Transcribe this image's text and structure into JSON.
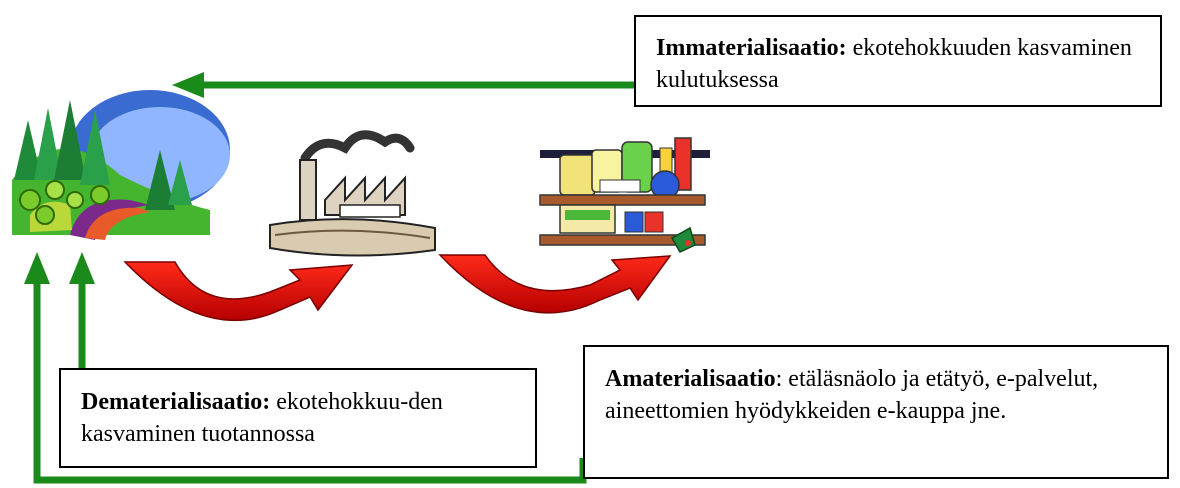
{
  "immaterialisaatio": {
    "term": "Immaterialisaatio:",
    "description": " ekotehokkuuden kasvaminen kulutuksessa"
  },
  "dematerialisaatio": {
    "term": "Dematerialisaatio:",
    "description": " ekotehokkuu-den kasvaminen tuotannossa"
  },
  "amaterialisaatio": {
    "term": "Amaterialisaatio",
    "description": ": etäläsnäolo ja etätyö, e-palvelut, aineettomien hyödykkeiden e-kauppa jne."
  },
  "icons": [
    "forest-landscape-icon",
    "factory-icon",
    "shop-shelf-goods-icon"
  ],
  "colors": {
    "green_arrow": "#1a8a1a",
    "red_arrow": "#ee1111"
  }
}
